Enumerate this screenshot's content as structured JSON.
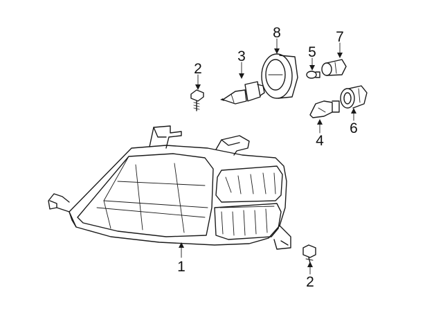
{
  "callouts": [
    {
      "id": "c1",
      "number": "1",
      "part": "headlight-assembly"
    },
    {
      "id": "c2a",
      "number": "2",
      "part": "mounting-bolt"
    },
    {
      "id": "c2b",
      "number": "2",
      "part": "mounting-bolt"
    },
    {
      "id": "c3",
      "number": "3",
      "part": "headlamp-bulb"
    },
    {
      "id": "c4",
      "number": "4",
      "part": "turn-signal-bulb"
    },
    {
      "id": "c5",
      "number": "5",
      "part": "wedge-bulb"
    },
    {
      "id": "c6",
      "number": "6",
      "part": "bulb-socket"
    },
    {
      "id": "c7",
      "number": "7",
      "part": "bulb-socket"
    },
    {
      "id": "c8",
      "number": "8",
      "part": "dust-cover"
    }
  ],
  "colors": {
    "line": "#1a1a1a",
    "background": "#ffffff"
  }
}
